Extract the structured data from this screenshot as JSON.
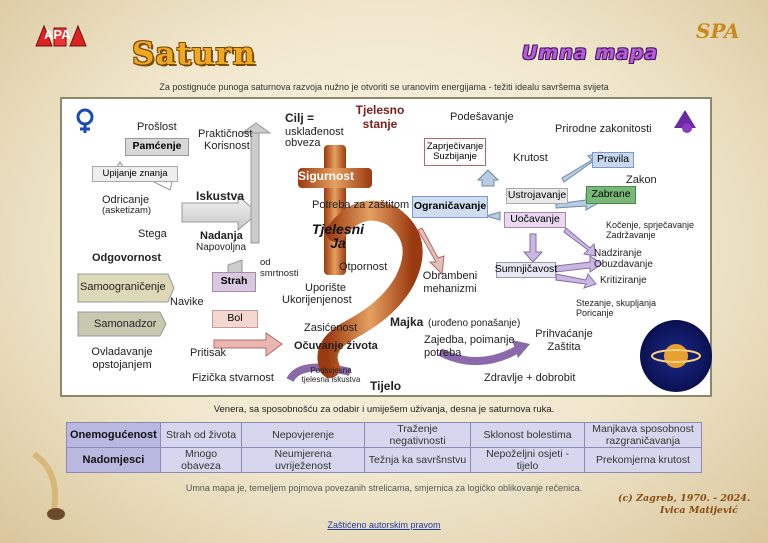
{
  "header": {
    "logo_left": "APA",
    "title": "Saturn",
    "subtitle": "Umna mapa",
    "logo_right": "SPA",
    "intro": "Za postignuće punoga saturnova razvoja nužno je otvoriti se uranovim energijama - težiti idealu savršema svijeta"
  },
  "map": {
    "proslost": "Prošlost",
    "pamcenje": "Pamćenje",
    "upijanje": "Upijanje znanja",
    "prakticnost": "Praktičnost",
    "korisnost": "Korisnost",
    "iskustva": "Iskustva",
    "odricanje": "Odricanje",
    "asketizam": "(asketizam)",
    "stega": "Stega",
    "odgovornost": "Odgovornost",
    "nadanja": "Nadanja",
    "napovoljna": "Napovoljna",
    "cilj_title": "Cilj =",
    "cilj_1": "usklađenost",
    "cilj_2": "obveza",
    "tjelesno_stanje": "Tjelesno stanje",
    "sigurnost": "Sigurnost",
    "potreba": "Potreba za zaštitom",
    "tjelesni_ja": "Tjelesni Ja",
    "od_smrtnosti": "od smrtnosti",
    "otpornost": "Otpornost",
    "samoogranicenje": "Samoograničenje",
    "strah": "Strah",
    "navike": "Navike",
    "uporiste": "Uporište",
    "ukorijenjenost": "Ukorijenjenost",
    "samonadzor": "Samonadzor",
    "bol": "Bol",
    "zasicenost": "Zasićenost",
    "ovladavanje": "Ovladavanje opstojanjem",
    "pritisak": "Pritisak",
    "ocuvanje": "Očuvanje života",
    "fizicka": "Fizička stvarnost",
    "podsvjesna": "Podsvjesna tjelesna iskustva",
    "tijelo": "Tijelo",
    "podesavanje": "Podešavanje",
    "prirodne": "Prirodne zakonitosti",
    "zaprjecivanje": "Zaprječivanje Suzbijanje",
    "krutost": "Krutost",
    "pravila": "Pravila",
    "zakon": "Zakon",
    "ogranicavanje": "Ograničavanje",
    "ustrojavanje": "Ustrojavanje",
    "zabrane": "Zabrane",
    "ucavanje": "Uočavanje",
    "kocenje": "Kočenje, sprječavanje Zadržavanje",
    "obrambeni": "Obrambeni mehanizmi",
    "sumnjicavost": "Sumnjičavost",
    "nadziranje": "Nadziranje",
    "obuzdavanje": "Obuzdavanje",
    "kritiziranje": "Kritiziranje",
    "stezanje": "Stezanje, skupljanja Poricanje",
    "majka": "Majka",
    "majka_sub": "(urođeno ponašanje)",
    "zajedba": "Zajedba, poimanje potreba",
    "prihvacanje": "Prihvaćanje Zaštita",
    "zdravlje": "Zdravlje + dobrobit"
  },
  "venera": "Venera, sa sposobnošću za odabir i umiješem uživanja, desna je saturnova ruka.",
  "table": {
    "row1": {
      "label": "Onemogućenost",
      "cells": [
        "Strah od života",
        "Nepovjerenje",
        "Traženje negativnosti",
        "Sklonost bolestima",
        "Manjkava sposobnost razgraničavanja"
      ]
    },
    "row2": {
      "label": "Nadomjesci",
      "cells": [
        "Mnogo obaveza",
        "Neumjerena uvriježenost",
        "Težnja ka savršnstvu",
        "Nepoželjni osjeti  -  tijelo",
        "Prekomjerna krutost"
      ]
    }
  },
  "footer": {
    "note": "Umna mapa je, temeljem pojmova povezanih strelicama, smjernica za logičko oblikovanje rečenica.",
    "copyright_1": "(c) Zagreb, 1970. - 2024.",
    "copyright_2": "Ivica Matijević",
    "link": "Zaštićeno autorskim pravom"
  },
  "colors": {
    "accent_orange": "#f0a81e",
    "purple": "#b65bd6",
    "dark_red": "#7a1e1e",
    "table_blue": "#d6d6ee"
  }
}
